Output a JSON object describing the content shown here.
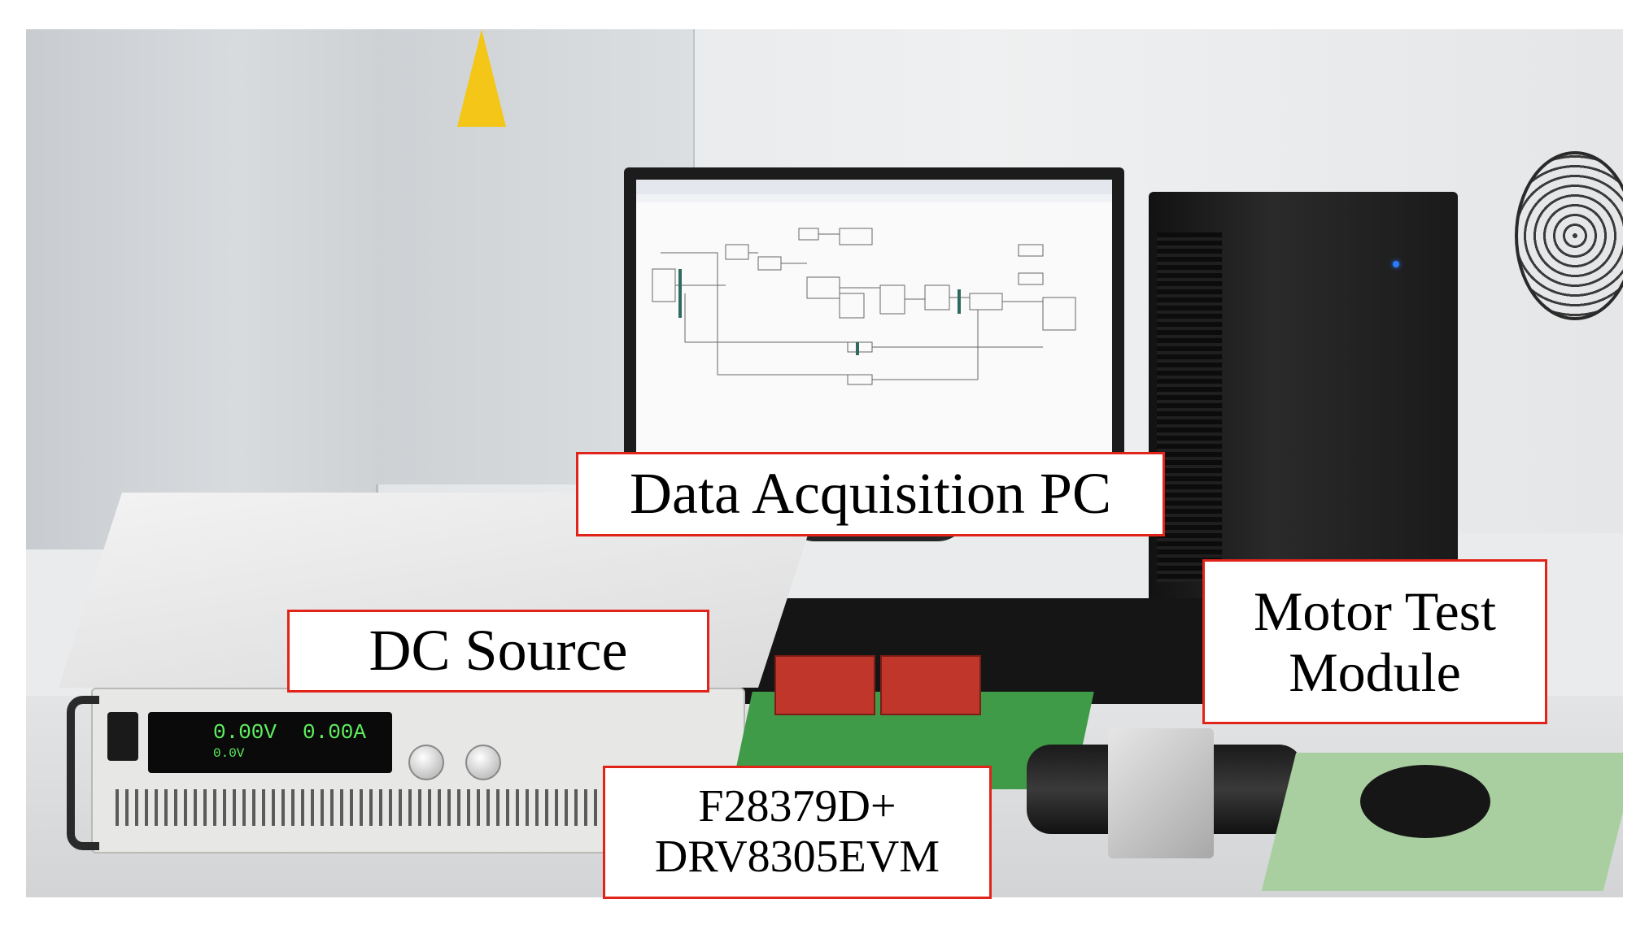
{
  "labels": {
    "data_acquisition_pc": "Data Acquisition PC",
    "dc_source": "DC Source",
    "motor_test_module_line1": "Motor Test",
    "motor_test_module_line2": "Module",
    "controller_line1": "F28379D+",
    "controller_line2": "DRV8305EVM"
  },
  "psu_display": {
    "voltage": "0.00V",
    "current": "0.00A",
    "setpoint": "0.0V"
  },
  "colors": {
    "label_border": "#e2231a",
    "label_background": "#ffffff",
    "psu_display_text": "#5ef05e"
  }
}
